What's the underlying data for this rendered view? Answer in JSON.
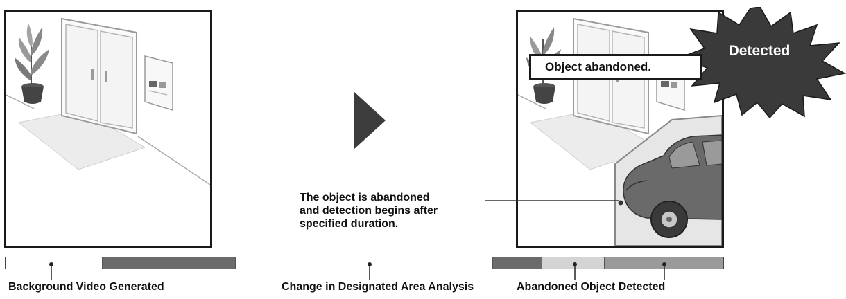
{
  "callout": {
    "text": "Object abandoned."
  },
  "burst": {
    "text": "Detected"
  },
  "annotation": {
    "lines": [
      "The object is abandoned",
      "and detection begins after",
      "specified duration."
    ]
  },
  "timeline": {
    "segments": [
      {
        "color": "#ffffff"
      },
      {
        "color": "#6b6b6b"
      },
      {
        "color": "#ffffff"
      },
      {
        "color": "#6b6b6b"
      },
      {
        "color": "#d4d4d4"
      },
      {
        "color": "#9a9a9a"
      }
    ],
    "labels": {
      "background": "Background Video Generated",
      "change": "Change in Designated Area Analysis",
      "abandoned": "Abandoned Object Detected"
    }
  },
  "colors": {
    "burst": "#3a3a3a",
    "arrow": "#3c3c3c",
    "car": "#6a6a6a",
    "region": "#cfcfcf"
  },
  "icons": [
    "plant-icon",
    "double-door-icon",
    "poster-icon",
    "car-icon",
    "play-arrow-icon",
    "starburst-icon"
  ]
}
